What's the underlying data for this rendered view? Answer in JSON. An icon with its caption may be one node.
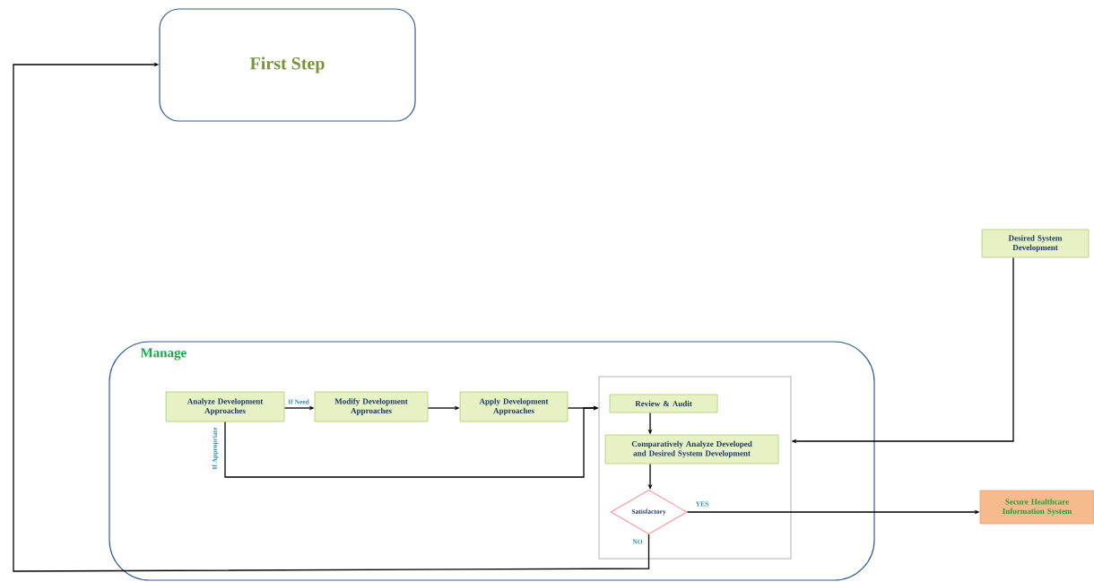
{
  "diagram": {
    "nodes": [
      {
        "text": [
          "First Step"
        ]
      },
      {
        "text": [
          "Manage"
        ]
      },
      {
        "text": [],
        "shape": "box",
        "in": 1
      },
      {
        "text": [
          "Analyze Development Approaches"
        ],
        "in": 1
      },
      {
        "text": [
          "Modify Development Approaches"
        ],
        "in": 1
      },
      {
        "text": [
          "Apply Development Approaches"
        ],
        "in": 1
      },
      {
        "text": [
          "Review & Audit"
        ],
        "in": 2
      },
      {
        "text": [
          "Comparatively Analyze Developed and Desired System Development"
        ],
        "in": 2
      },
      {
        "text": [
          "Satisfactory"
        ],
        "in": 2
      },
      {
        "text": [
          "Desired System Development"
        ]
      },
      {
        "text": [
          "Secure Healthcare Information System"
        ]
      }
    ],
    "edges": [
      {
        "from": 3,
        "to": 4,
        "arrow": "to",
        "label": "If Need"
      },
      {
        "from": 4,
        "to": 5,
        "arrow": "to"
      },
      {
        "from": 5,
        "to": 2,
        "arrow": "to"
      },
      {
        "from": 3,
        "to": 2,
        "arrow": "to",
        "label": "If Appropriate"
      },
      {
        "from": 6,
        "to": 7,
        "arrow": "to"
      },
      {
        "from": 7,
        "to": 8,
        "arrow": "to"
      },
      {
        "from": 8,
        "to": 10,
        "arrow": "to",
        "label": "YES"
      },
      {
        "from": 8,
        "to": 0,
        "arrow": "to",
        "label": "NO"
      },
      {
        "from": 9,
        "to": 2,
        "arrow": "to"
      }
    ]
  }
}
